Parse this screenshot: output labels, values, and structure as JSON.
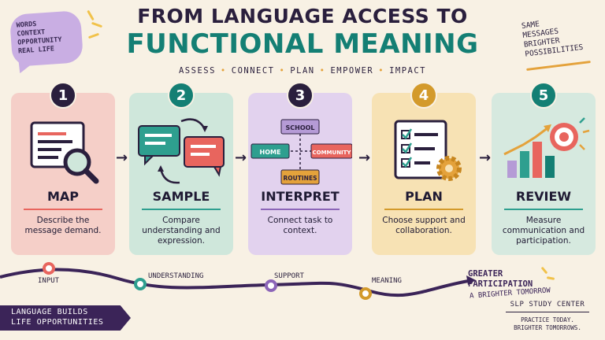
{
  "bubble": {
    "lines": [
      "WORDS",
      "CONTEXT",
      "OPPORTUNITY",
      "REAL LIFE"
    ]
  },
  "title": {
    "line1": "FROM LANGUAGE ACCESS TO",
    "line2": "FUNCTIONAL MEANING"
  },
  "subtitle": {
    "items": [
      "ASSESS",
      "CONNECT",
      "PLAN",
      "EMPOWER",
      "IMPACT"
    ],
    "separator": "•"
  },
  "top_right": {
    "lines": [
      "SAME",
      "MESSAGES",
      "BRIGHTER",
      "POSSIBILITIES"
    ]
  },
  "steps": [
    {
      "number": "1",
      "title": "MAP",
      "description": "Describe the message demand.",
      "color": "#f5cfc8",
      "accent": "#e8655e"
    },
    {
      "number": "2",
      "title": "SAMPLE",
      "description": "Compare understanding and expression.",
      "color": "#cfe7db",
      "accent": "#2e9f8f"
    },
    {
      "number": "3",
      "title": "INTERPRET",
      "description": "Connect task to context.",
      "color": "#e2d2ee",
      "accent": "#8c65b8"
    },
    {
      "number": "4",
      "title": "PLAN",
      "description": "Choose support and collaboration.",
      "color": "#f7e2b4",
      "accent": "#d39a2b"
    },
    {
      "number": "5",
      "title": "REVIEW",
      "description": "Measure communication and participation.",
      "color": "#d6e9df",
      "accent": "#2e9f8f"
    }
  ],
  "interpret_nodes": {
    "top": "SCHOOL",
    "left": "HOME",
    "right": "COMMUNITY",
    "bottom": "ROUTINES"
  },
  "path": {
    "labels": [
      "INPUT",
      "UNDERSTANDING",
      "SUPPORT",
      "MEANING"
    ],
    "end_line1": "GREATER",
    "end_line2": "PARTICIPATION",
    "end_sub": "A BRIGHTER TOMORROW"
  },
  "banner": {
    "line1": "LANGUAGE BUILDS",
    "line2": "LIFE OPPORTUNITIES"
  },
  "center": {
    "name": "SLP STUDY CENTER",
    "tag1": "PRACTICE TODAY.",
    "tag2": "BRIGHTER TOMORROWS."
  },
  "colors": {
    "title_primary": "#2a1f3d",
    "title_accent": "#147f74",
    "banner": "#3b2458",
    "path": "#3b2458"
  }
}
